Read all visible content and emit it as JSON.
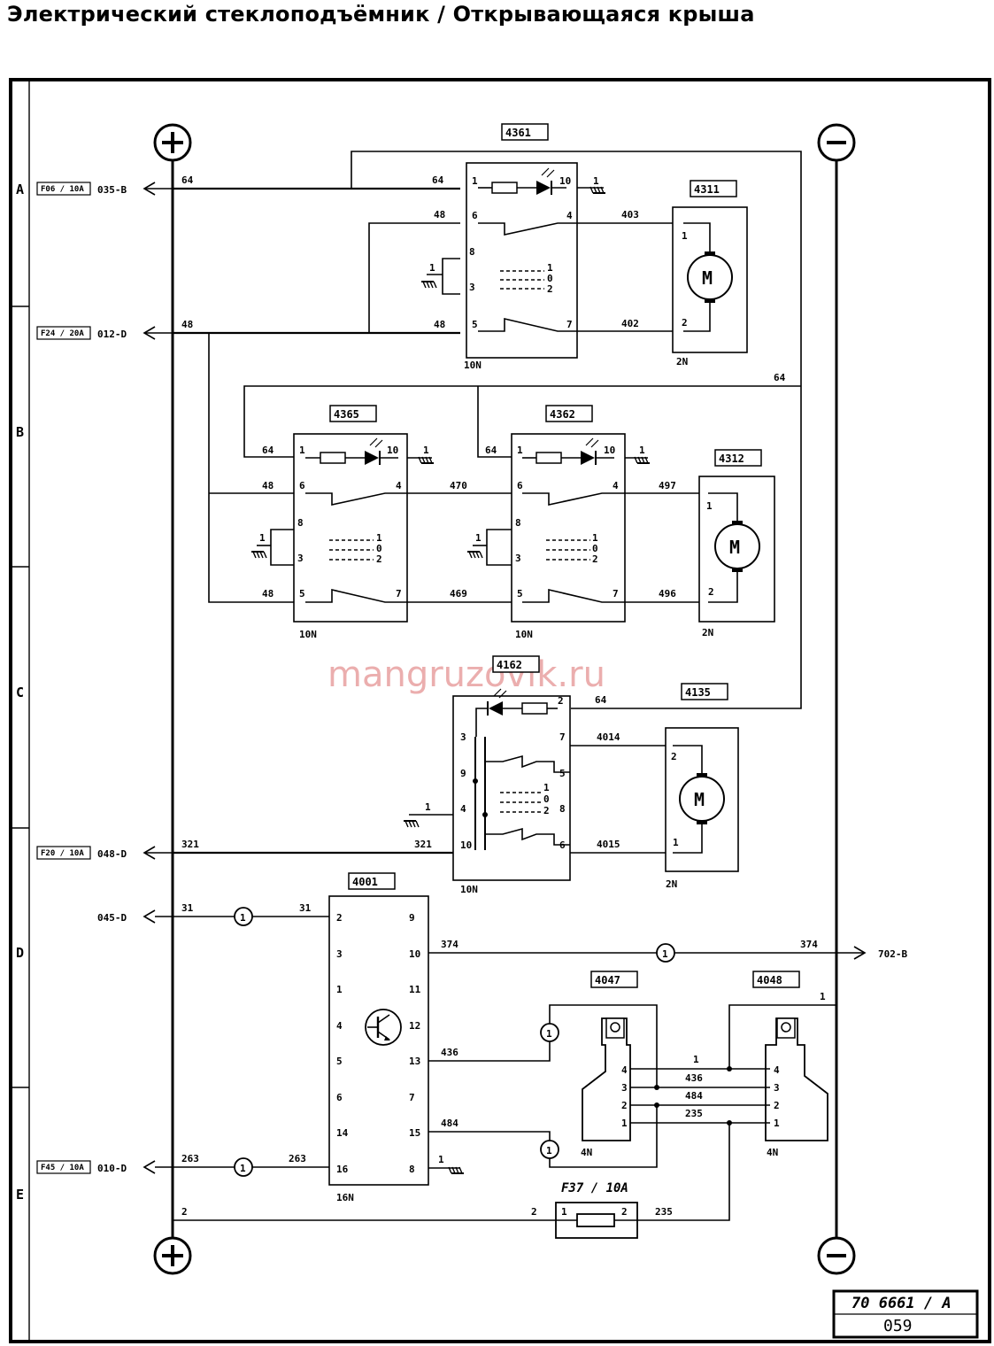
{
  "title": "Электрический стеклоподъёмник / Открывающаяся крыша",
  "watermark": "mangruzovik.ru",
  "rows": [
    "A",
    "B",
    "C",
    "D",
    "E"
  ],
  "components": {
    "c4361": "4361",
    "c4311": "4311",
    "c4365": "4365",
    "c4362": "4362",
    "c4312": "4312",
    "c4162": "4162",
    "c4135": "4135",
    "c4001": "4001",
    "c4047": "4047",
    "c4048": "4048"
  },
  "fuses": {
    "f06": "F06 / 10A",
    "f24": "F24 / 20A",
    "f20": "F20 / 10A",
    "f45": "F45 / 10A",
    "f37": "F37 / 10A"
  },
  "refs": {
    "r035b": "035-B",
    "r012d": "012-D",
    "r048d": "048-D",
    "r045d": "045-D",
    "r010d": "010-D",
    "r702b": "702-B"
  },
  "connectors": {
    "n10": "10N",
    "n2": "2N",
    "n16": "16N",
    "n4": "4N"
  },
  "wires": {
    "w64": "64",
    "w48": "48",
    "w403": "403",
    "w402": "402",
    "w470": "470",
    "w469": "469",
    "w497": "497",
    "w496": "496",
    "w4014": "4014",
    "w4015": "4015",
    "w321": "321",
    "w31": "31",
    "w374": "374",
    "w436": "436",
    "w484": "484",
    "w263": "263",
    "w1": "1",
    "w235": "235",
    "w2": "2"
  },
  "symbols": {
    "plus": "+",
    "minus": "−",
    "motor": "M",
    "circled": "1"
  },
  "doc": {
    "number": "70 6661 / A",
    "page": "059"
  },
  "colors": {
    "ink": "#000000",
    "watermark": "#e8a0a0",
    "background": "#ffffff"
  }
}
